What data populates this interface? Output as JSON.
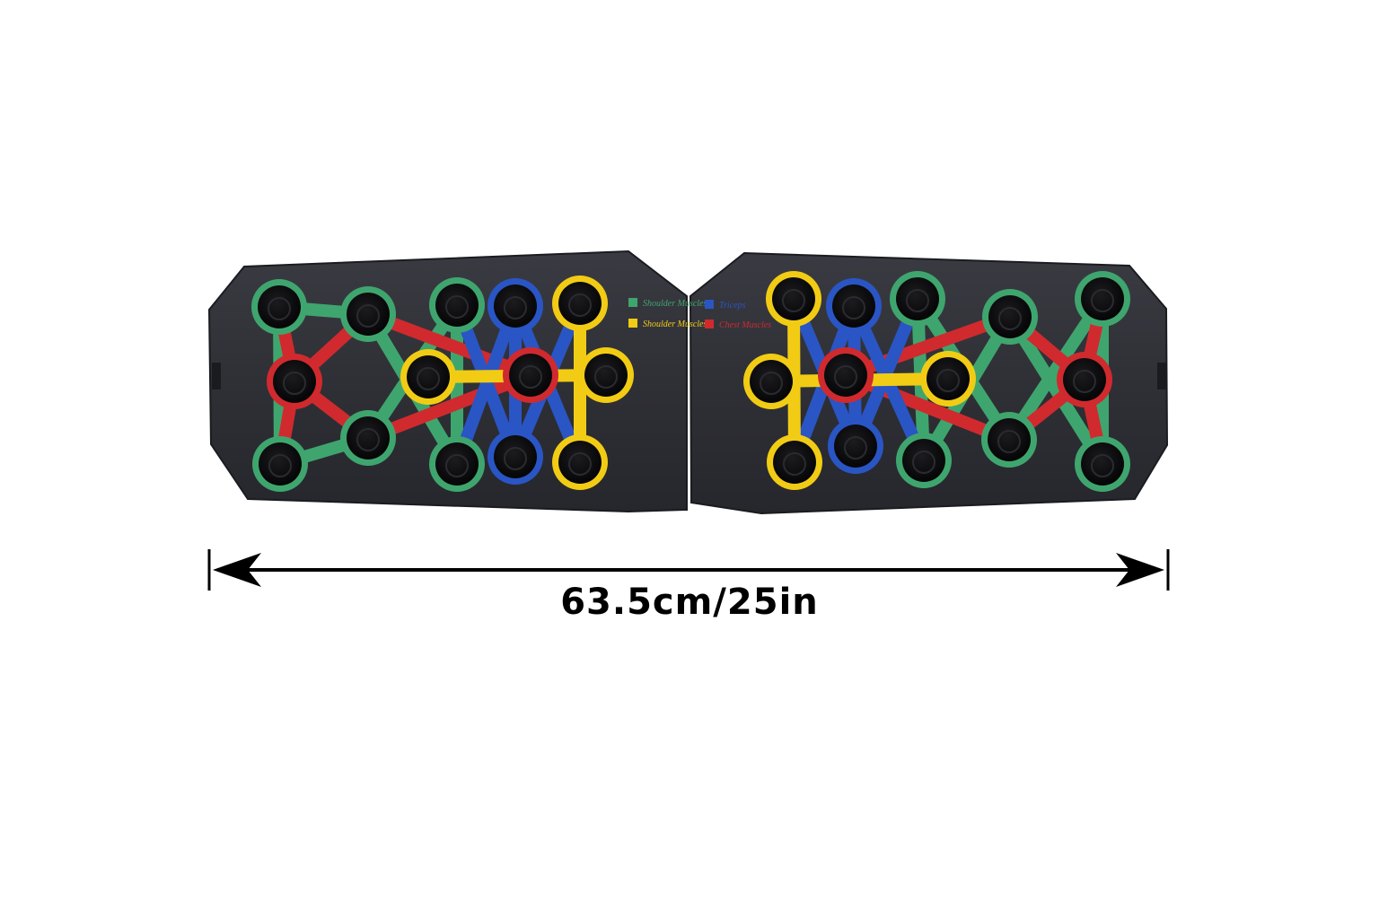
{
  "colors": {
    "background": "#ffffff",
    "board": "#2f3036",
    "board_edge": "#1f2025",
    "hole": "#0c0c0e",
    "green": "#3fa56e",
    "yellow": "#f2cc14",
    "blue": "#2a55c4",
    "red": "#d02a2e",
    "arrow": "#000000"
  },
  "legend": {
    "left": [
      {
        "color": "green",
        "text": "Shoulder Muscles"
      },
      {
        "color": "yellow",
        "text": "Shoulder Muscles"
      }
    ],
    "right": [
      {
        "color": "blue",
        "text": "Triceps"
      },
      {
        "color": "red",
        "text": "Chest Muscles"
      }
    ]
  },
  "dimension": {
    "label": "63.5cm/25in",
    "arrow": "double-headed-arrow"
  }
}
